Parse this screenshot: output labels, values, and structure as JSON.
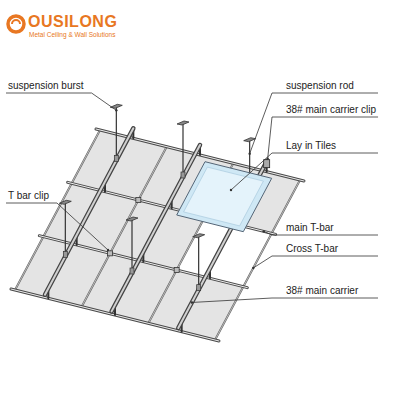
{
  "diagram": {
    "labels": [
      "OUSILONG",
      "Metal Ceiling & Wall Solutions",
      "suspension burst",
      "suspension rod",
      "38# main carrier clip",
      "Lay in Tiles",
      "main T-bar",
      "Cross T-bar",
      "T bar clip",
      "38# main carrier"
    ]
  }
}
